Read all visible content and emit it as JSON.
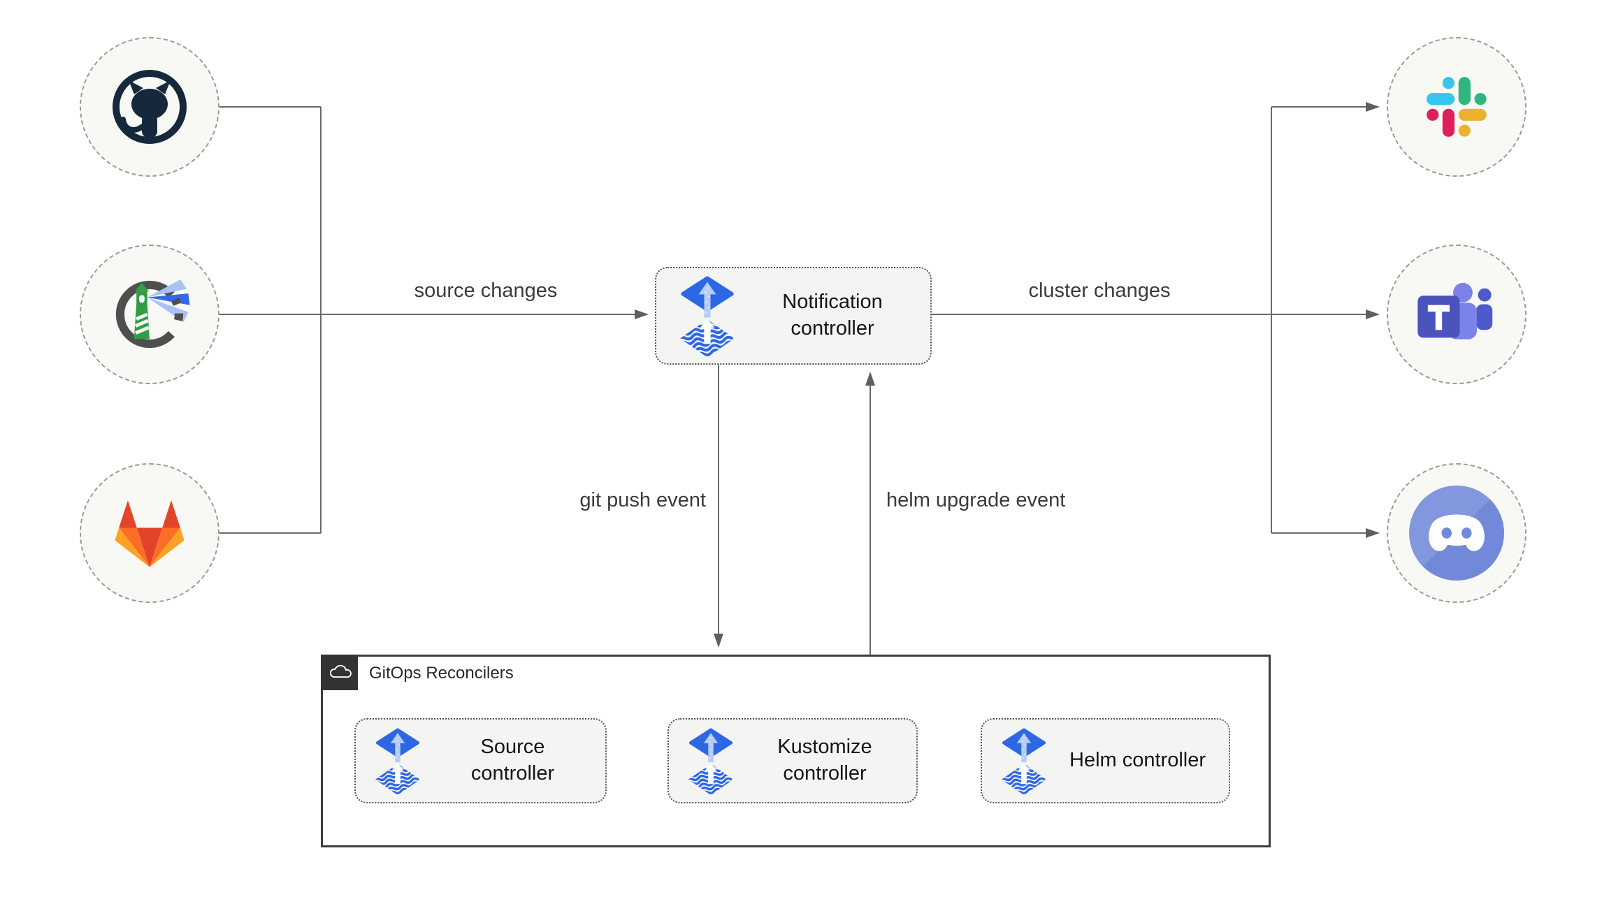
{
  "nodes": {
    "notification": {
      "label": "Notification controller"
    },
    "group": {
      "label": "GitOps Reconcilers"
    },
    "source": {
      "label": "Source controller"
    },
    "kustomize": {
      "label": "Kustomize controller"
    },
    "helm": {
      "label": "Helm controller"
    }
  },
  "edges": {
    "source_changes": "source changes",
    "cluster_changes": "cluster changes",
    "git_push": "git push event",
    "helm_upgrade": "helm upgrade event"
  },
  "endpoints": {
    "sources": [
      "github",
      "harbor",
      "gitlab"
    ],
    "notifiers": [
      "slack",
      "microsoft-teams",
      "discord"
    ]
  },
  "icons": {
    "flux": "flux-controller-icon",
    "cloud": "cloud-icon",
    "github": "github-icon",
    "harbor": "harbor-icon",
    "gitlab": "gitlab-icon",
    "slack": "slack-icon",
    "teams": "microsoft-teams-icon",
    "discord": "discord-icon"
  },
  "colors": {
    "flux_blue": "#2d68e4",
    "flux_arrow_light": "#b7cbf4",
    "line_gray": "#666666",
    "node_fill": "#f4f4f2",
    "circle_fill": "#f8f8f5",
    "github_dark": "#16283c",
    "harbor_gray": "#4f4f4f",
    "harbor_green": "#2f9e44",
    "harbor_beam_blue": "#2f6ae8",
    "gitlab_red": "#e24329",
    "gitlab_orange": "#fc6d26",
    "gitlab_yellow": "#fca326",
    "slack_blue": "#36c5f0",
    "slack_green": "#2eb67d",
    "slack_red": "#e01e5a",
    "slack_yellow": "#ecb22e",
    "teams_purple": "#4b53bc",
    "teams_light_purple": "#7b83eb",
    "teams_mid_purple": "#5059c9",
    "discord_blurple": "#7289da",
    "group_border": "#3d3d3d"
  }
}
